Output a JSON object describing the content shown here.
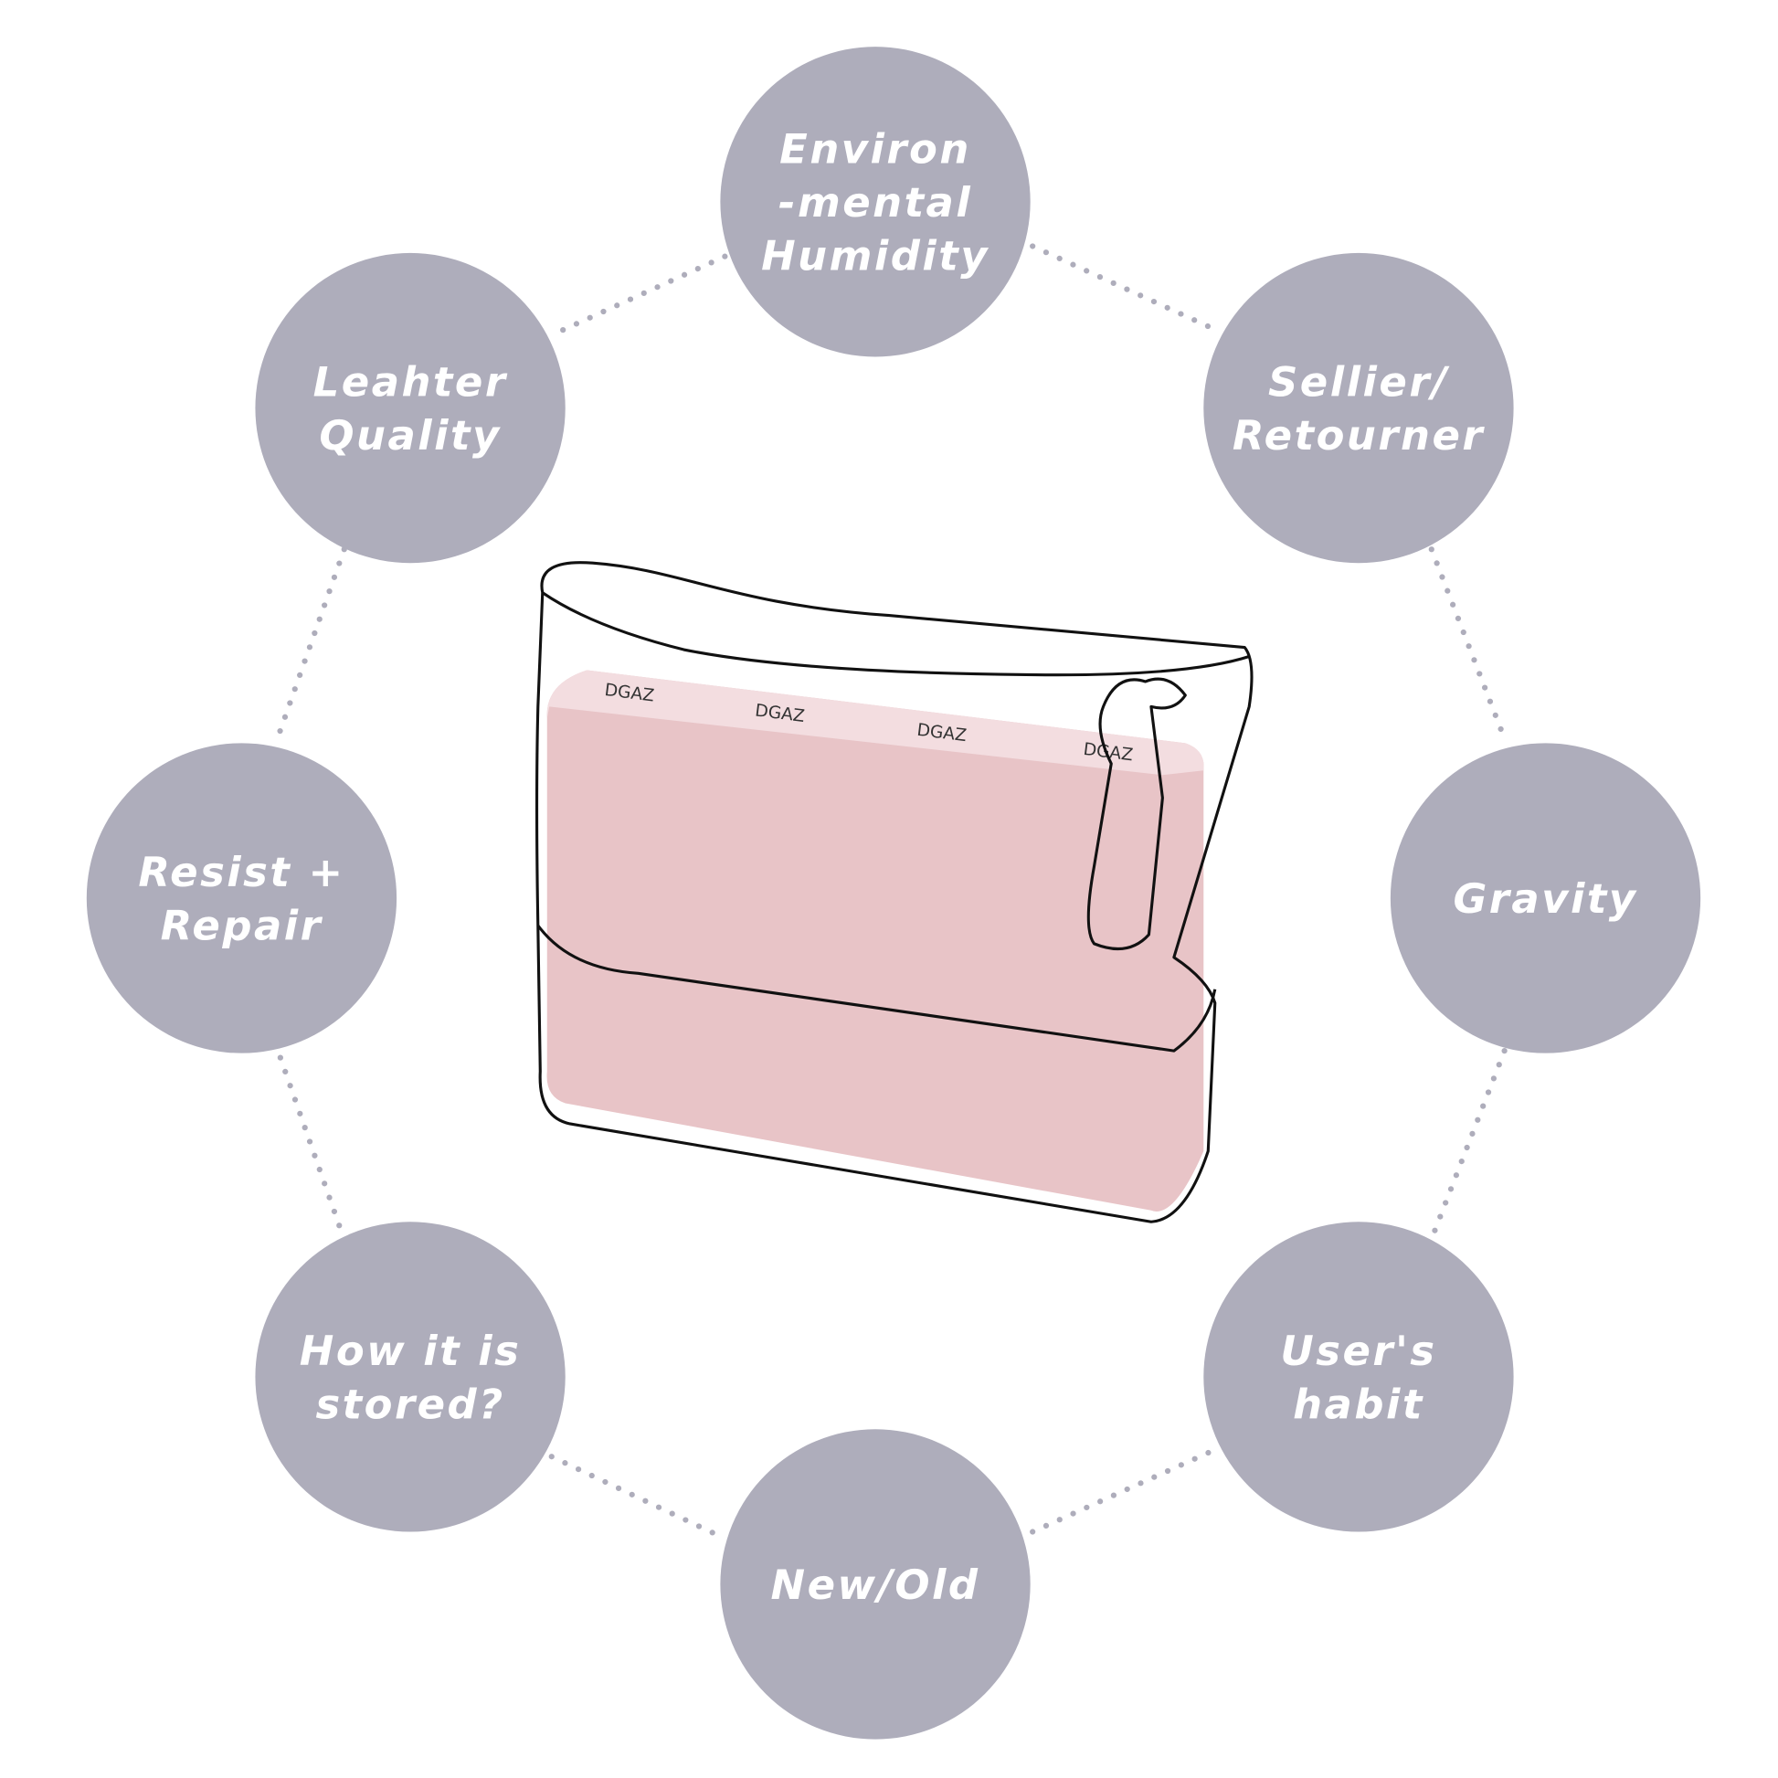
{
  "colors": {
    "circle": "#aeadbb",
    "pouch": "#e8c4c7",
    "text": "#ffffff"
  },
  "nodes": [
    {
      "id": "humidity",
      "lines": [
        "Environ",
        "-mental",
        "Humidity"
      ]
    },
    {
      "id": "leather",
      "lines": [
        "Leahter",
        "Quality"
      ]
    },
    {
      "id": "sellier",
      "lines": [
        "Sellier/",
        "Retourner"
      ]
    },
    {
      "id": "resist",
      "lines": [
        "Resist +",
        "Repair"
      ]
    },
    {
      "id": "gravity",
      "lines": [
        "Gravity"
      ]
    },
    {
      "id": "stored",
      "lines": [
        "How it is",
        "stored?"
      ]
    },
    {
      "id": "habit",
      "lines": [
        "User's",
        "habit"
      ]
    },
    {
      "id": "newold",
      "lines": [
        "New/Old"
      ]
    }
  ],
  "product": {
    "brand": "DGAZ"
  }
}
